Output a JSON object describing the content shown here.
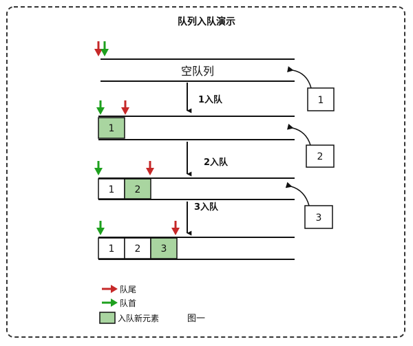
{
  "title": "队列入队演示",
  "empty_label": "空队列",
  "steps": [
    {
      "num": "1",
      "text": "入队"
    },
    {
      "num": "2",
      "text": "入队"
    },
    {
      "num": "3",
      "text": "入队"
    }
  ],
  "incoming": [
    "1",
    "2",
    "3"
  ],
  "queues": [
    {
      "state": "empty",
      "cells": []
    },
    {
      "state": "after-1",
      "cells": [
        {
          "label": "1",
          "new": true
        }
      ]
    },
    {
      "state": "after-2",
      "cells": [
        {
          "label": "1",
          "new": false
        },
        {
          "label": "2",
          "new": true
        }
      ]
    },
    {
      "state": "after-3",
      "cells": [
        {
          "label": "1",
          "new": false
        },
        {
          "label": "2",
          "new": false
        },
        {
          "label": "3",
          "new": true
        }
      ]
    }
  ],
  "legend": {
    "rear": "队尾",
    "front": "队首",
    "new_element": "入队新元素"
  },
  "caption": "图一",
  "colors": {
    "rear_arrow": "#c62828",
    "front_arrow": "#1ea01e",
    "new_element_fill": "#a9d5a0",
    "line": "#111111",
    "frame": "#333333"
  }
}
